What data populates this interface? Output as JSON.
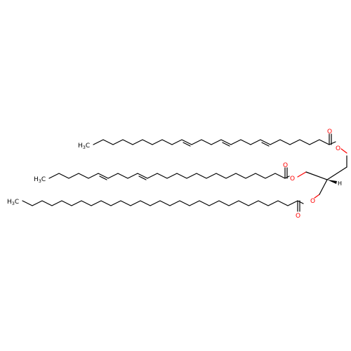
{
  "labels": {
    "oxygen": "O",
    "hydrogen": "H",
    "methyl_c": "C",
    "methyl_h": "H",
    "methyl_sub": "3"
  },
  "colors": {
    "bond": "#000000",
    "heteroatom": "#ff0000",
    "background": "#ffffff"
  }
}
